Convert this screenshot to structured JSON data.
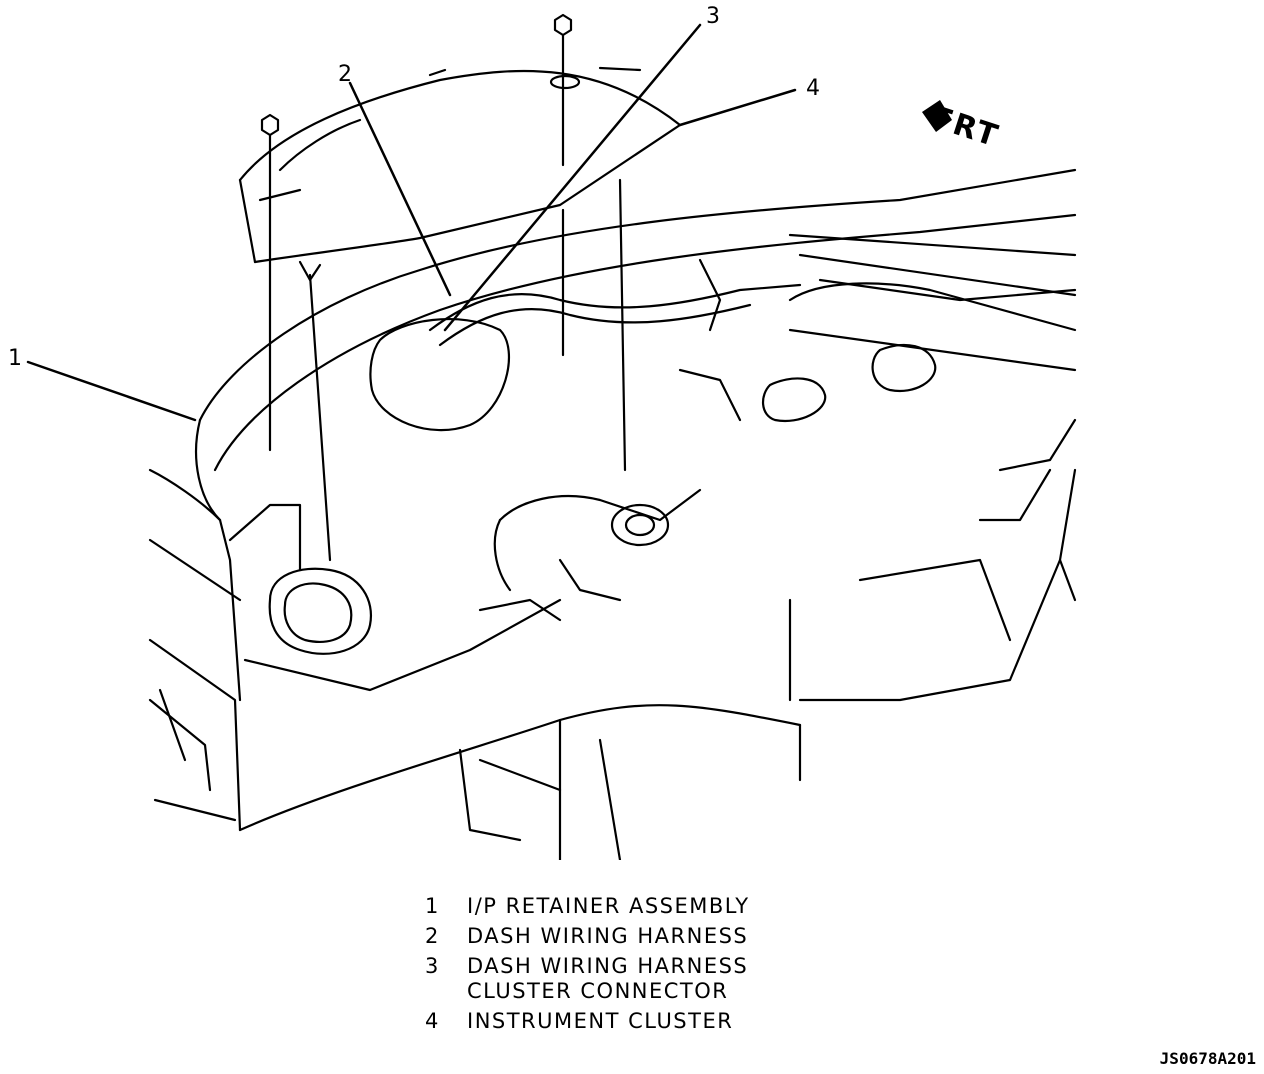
{
  "diagram": {
    "callouts": [
      {
        "number": "1",
        "name": "callout-1"
      },
      {
        "number": "2",
        "name": "callout-2"
      },
      {
        "number": "3",
        "name": "callout-3"
      },
      {
        "number": "4",
        "name": "callout-4"
      }
    ],
    "direction_marker": "FRT",
    "legend": [
      {
        "number": "1",
        "label": "I/P RETAINER ASSEMBLY"
      },
      {
        "number": "2",
        "label": "DASH WIRING HARNESS"
      },
      {
        "number": "3",
        "label": "DASH WIRING HARNESS\nCLUSTER CONNECTOR"
      },
      {
        "number": "4",
        "label": "INSTRUMENT CLUSTER"
      }
    ],
    "figure_id": "JS0678A201",
    "colors": {
      "line": "#000000",
      "background": "#ffffff"
    }
  }
}
